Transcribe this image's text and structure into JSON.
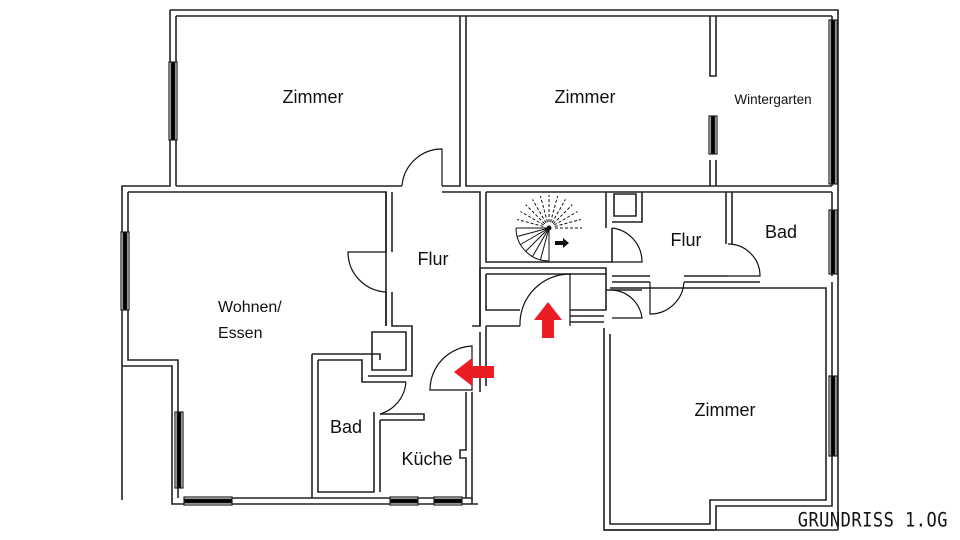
{
  "plan": {
    "title": "GRUNDRISS 1.OG",
    "accent_color": "#ec1c24",
    "rooms": [
      {
        "id": "zimmer-nw",
        "label": "Zimmer"
      },
      {
        "id": "zimmer-n",
        "label": "Zimmer"
      },
      {
        "id": "wintergarten",
        "label": "Wintergarten"
      },
      {
        "id": "flur-west",
        "label": "Flur"
      },
      {
        "id": "wohnen",
        "label_line1": "Wohnen/",
        "label_line2": "Essen"
      },
      {
        "id": "bad-west",
        "label": "Bad"
      },
      {
        "id": "kueche",
        "label": "Küche"
      },
      {
        "id": "flur-east",
        "label": "Flur"
      },
      {
        "id": "bad-east",
        "label": "Bad"
      },
      {
        "id": "zimmer-se",
        "label": "Zimmer"
      }
    ],
    "markers": [
      {
        "id": "entrance-arrow-up",
        "icon": "arrow-up-icon"
      },
      {
        "id": "entrance-arrow-left",
        "icon": "arrow-left-icon"
      },
      {
        "id": "stair-direction",
        "icon": "arrow-right-icon"
      }
    ]
  }
}
